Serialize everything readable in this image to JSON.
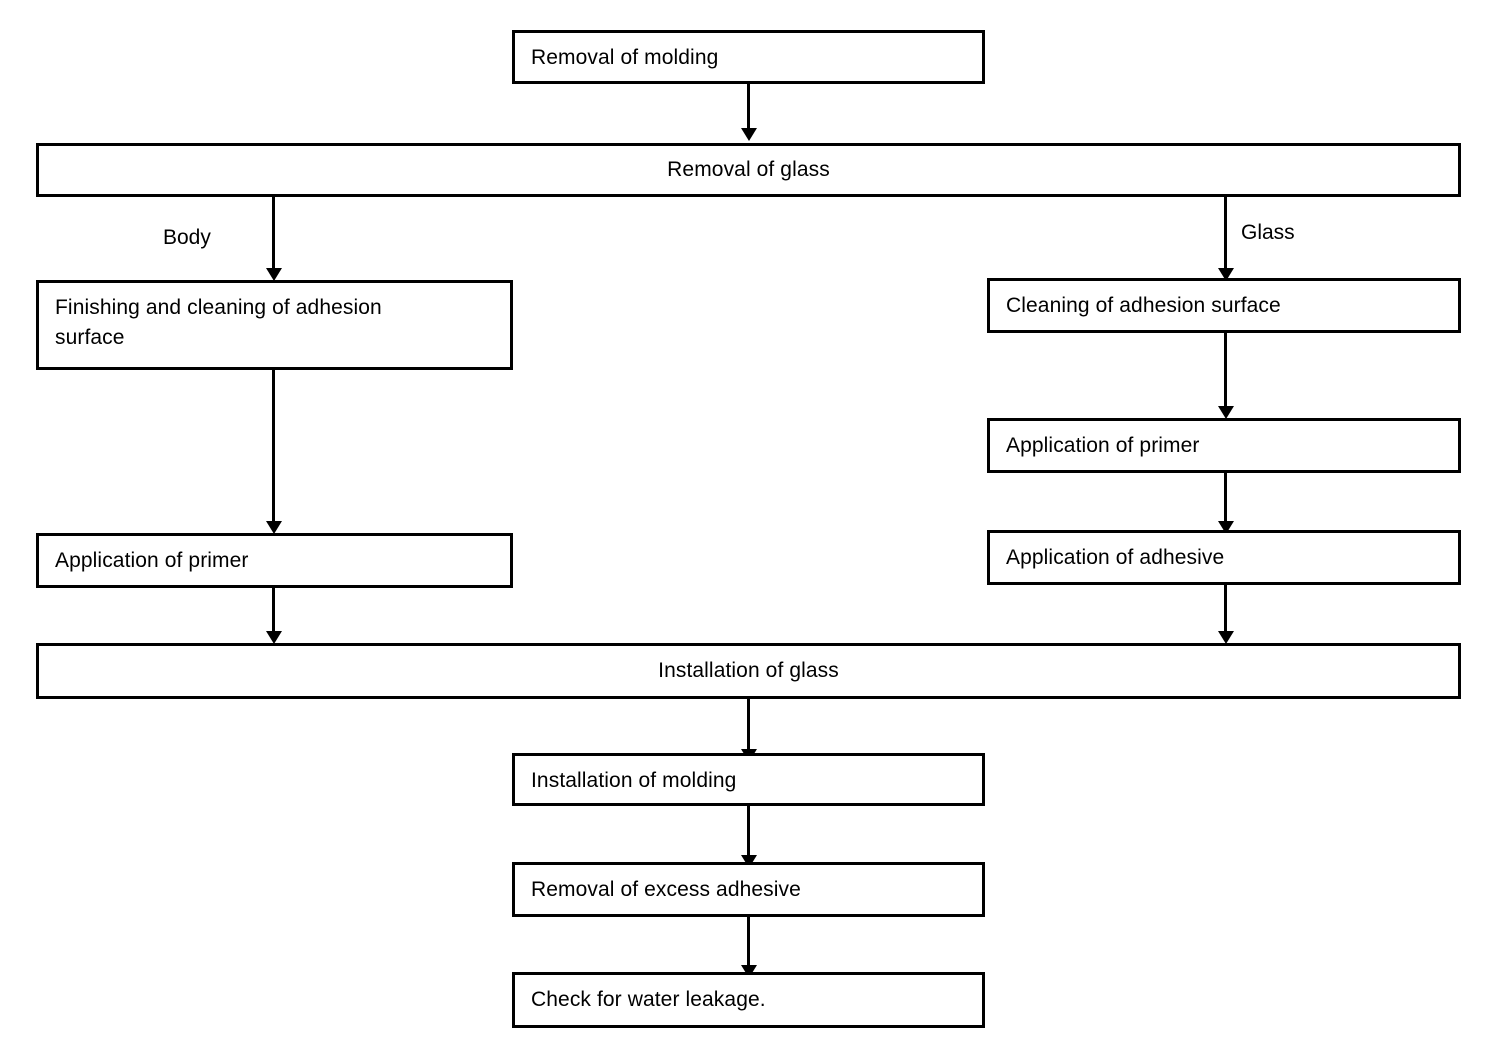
{
  "diagram": {
    "title": "Windshield glass replacement procedure flowchart",
    "type": "flowchart",
    "orientation": "top-to-bottom",
    "colors": {
      "background": "#ffffff",
      "stroke": "#000000",
      "text": "#000000"
    },
    "nodes": [
      {
        "id": "removal-of-molding",
        "label": "Removal of molding"
      },
      {
        "id": "removal-of-glass",
        "label": "Removal of glass"
      },
      {
        "id": "body-finishing-cleaning",
        "label": "Finishing and cleaning of adhesion\nsurface"
      },
      {
        "id": "body-application-of-primer",
        "label": "Application of primer"
      },
      {
        "id": "glass-cleaning-adhesion-surface",
        "label": "Cleaning of adhesion surface"
      },
      {
        "id": "glass-application-of-primer",
        "label": "Application of primer"
      },
      {
        "id": "glass-application-of-adhesive",
        "label": "Application of adhesive"
      },
      {
        "id": "installation-of-glass",
        "label": "Installation of glass"
      },
      {
        "id": "installation-of-molding",
        "label": "Installation of molding"
      },
      {
        "id": "removal-of-excess-adhesive",
        "label": "Removal of excess adhesive"
      },
      {
        "id": "check-for-water-leakage",
        "label": "Check for water leakage."
      }
    ],
    "branch_labels": [
      {
        "id": "body",
        "label": "Body"
      },
      {
        "id": "glass",
        "label": "Glass"
      }
    ],
    "edges": [
      {
        "from": "removal-of-molding",
        "to": "removal-of-glass",
        "label": ""
      },
      {
        "from": "removal-of-glass",
        "to": "body-finishing-cleaning",
        "label": "Body"
      },
      {
        "from": "removal-of-glass",
        "to": "glass-cleaning-adhesion-surface",
        "label": "Glass"
      },
      {
        "from": "body-finishing-cleaning",
        "to": "body-application-of-primer",
        "label": ""
      },
      {
        "from": "body-application-of-primer",
        "to": "installation-of-glass",
        "label": ""
      },
      {
        "from": "glass-cleaning-adhesion-surface",
        "to": "glass-application-of-primer",
        "label": ""
      },
      {
        "from": "glass-application-of-primer",
        "to": "glass-application-of-adhesive",
        "label": ""
      },
      {
        "from": "glass-application-of-adhesive",
        "to": "installation-of-glass",
        "label": ""
      },
      {
        "from": "installation-of-glass",
        "to": "installation-of-molding",
        "label": ""
      },
      {
        "from": "installation-of-molding",
        "to": "removal-of-excess-adhesive",
        "label": ""
      },
      {
        "from": "removal-of-excess-adhesive",
        "to": "check-for-water-leakage",
        "label": ""
      }
    ]
  }
}
